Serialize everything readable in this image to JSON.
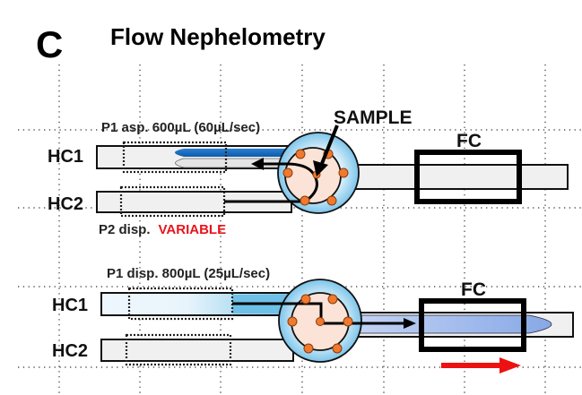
{
  "panel_letter": "C",
  "title": "Flow Nephelometry",
  "colors": {
    "aspirated_sample": "#1565c0",
    "dispense_blue": "#4aa8dc",
    "flow_cell_fill": "#9db6ea",
    "valve_outer": "#a8d8f0",
    "valve_inner": "#fbe3d7",
    "port": "#ef7a2e",
    "variable_red": "#e8141c",
    "flow_arrow": "#ee1111"
  },
  "top_step": {
    "pump_label": "P1 asp. 600µL (60µL/sec)",
    "sample_label": "SAMPLE",
    "hc1_label": "HC1",
    "hc2_label": "HC2",
    "fc_label": "FC",
    "p2_prefix": "P2 disp.",
    "p2_value": "VARIABLE"
  },
  "bottom_step": {
    "pump_label": "P1 disp. 800µL (25µL/sec)",
    "hc1_label": "HC1",
    "hc2_label": "HC2",
    "fc_label": "FC"
  }
}
